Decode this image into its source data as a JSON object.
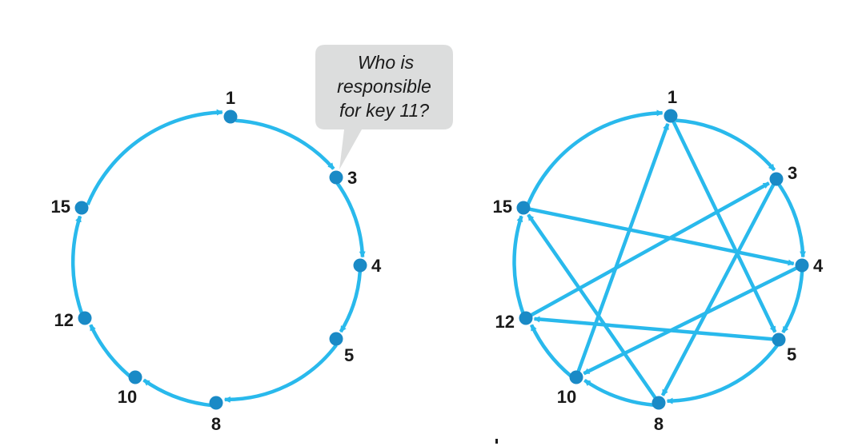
{
  "colors": {
    "edge": "#29b9ec",
    "node": "#1a8ac6",
    "bubble": "#dcdddd",
    "text": "#1a1a1a"
  },
  "bubble": {
    "lines": [
      "Who is",
      "responsible",
      "for key 11?"
    ]
  },
  "left_ring": {
    "nodes": [
      "1",
      "3",
      "4",
      "5",
      "8",
      "10",
      "12",
      "15"
    ],
    "edges": [
      [
        "1",
        "3"
      ],
      [
        "3",
        "4"
      ],
      [
        "4",
        "5"
      ],
      [
        "5",
        "8"
      ],
      [
        "8",
        "10"
      ],
      [
        "10",
        "12"
      ],
      [
        "12",
        "15"
      ],
      [
        "15",
        "1"
      ]
    ]
  },
  "right_ring": {
    "nodes": [
      "1",
      "3",
      "4",
      "5",
      "8",
      "10",
      "12",
      "15"
    ],
    "ring_edges": [
      [
        "1",
        "3"
      ],
      [
        "3",
        "4"
      ],
      [
        "4",
        "5"
      ],
      [
        "5",
        "8"
      ],
      [
        "8",
        "10"
      ],
      [
        "10",
        "12"
      ],
      [
        "12",
        "15"
      ],
      [
        "15",
        "1"
      ]
    ],
    "shortcut_edges": [
      [
        "1",
        "5"
      ],
      [
        "10",
        "1"
      ],
      [
        "15",
        "4"
      ],
      [
        "5",
        "12"
      ],
      [
        "12",
        "3"
      ],
      [
        "3",
        "8"
      ],
      [
        "4",
        "10"
      ],
      [
        "8",
        "15"
      ]
    ]
  }
}
